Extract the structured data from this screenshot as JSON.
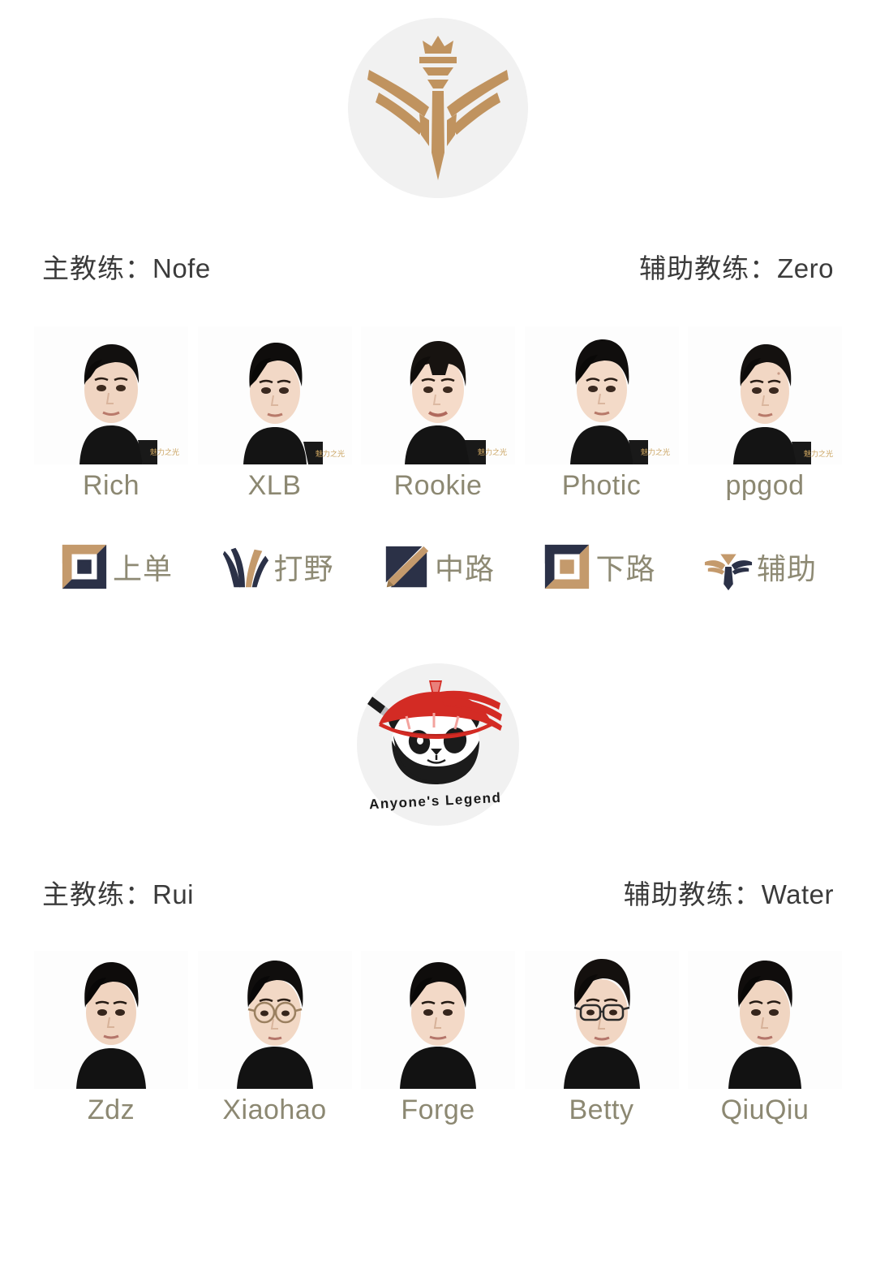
{
  "page": {
    "background": "#ffffff",
    "accent_gold": "#c49a6c",
    "accent_navy": "#2b3147",
    "name_color": "#8c8872",
    "coach_text_color": "#3b3b3b"
  },
  "teams": [
    {
      "id": "tes",
      "logo_name": "tes-team-logo",
      "logo_alt": "TES crown trident emblem",
      "head_coach": {
        "label": "主教练：",
        "name": "Nofe"
      },
      "assistant_coach": {
        "label": "辅助教练：",
        "name": "Zero"
      },
      "players": [
        {
          "name": "Rich",
          "role": "top"
        },
        {
          "name": "XLB",
          "role": "jungle"
        },
        {
          "name": "Rookie",
          "role": "mid"
        },
        {
          "name": "Photic",
          "role": "bot"
        },
        {
          "name": "ppgod",
          "role": "support"
        }
      ],
      "roles": [
        {
          "key": "top",
          "label": "上单",
          "icon": "top-lane-icon"
        },
        {
          "key": "jungle",
          "label": "打野",
          "icon": "jungle-icon"
        },
        {
          "key": "mid",
          "label": "中路",
          "icon": "mid-lane-icon"
        },
        {
          "key": "bot",
          "label": "下路",
          "icon": "bot-lane-icon"
        },
        {
          "key": "support",
          "label": "辅助",
          "icon": "support-icon"
        }
      ]
    },
    {
      "id": "al",
      "logo_name": "anyones-legend-team-logo",
      "logo_alt": "Anyone's Legend panda in red hat",
      "logo_wordmark": "Anyone's Legend",
      "head_coach": {
        "label": "主教练：",
        "name": "Rui"
      },
      "assistant_coach": {
        "label": "辅助教练：",
        "name": "Water"
      },
      "players": [
        {
          "name": "Zdz",
          "role": "top"
        },
        {
          "name": "Xiaohao",
          "role": "jungle"
        },
        {
          "name": "Forge",
          "role": "mid"
        },
        {
          "name": "Betty",
          "role": "bot"
        },
        {
          "name": "QiuQiu",
          "role": "support"
        }
      ]
    }
  ]
}
